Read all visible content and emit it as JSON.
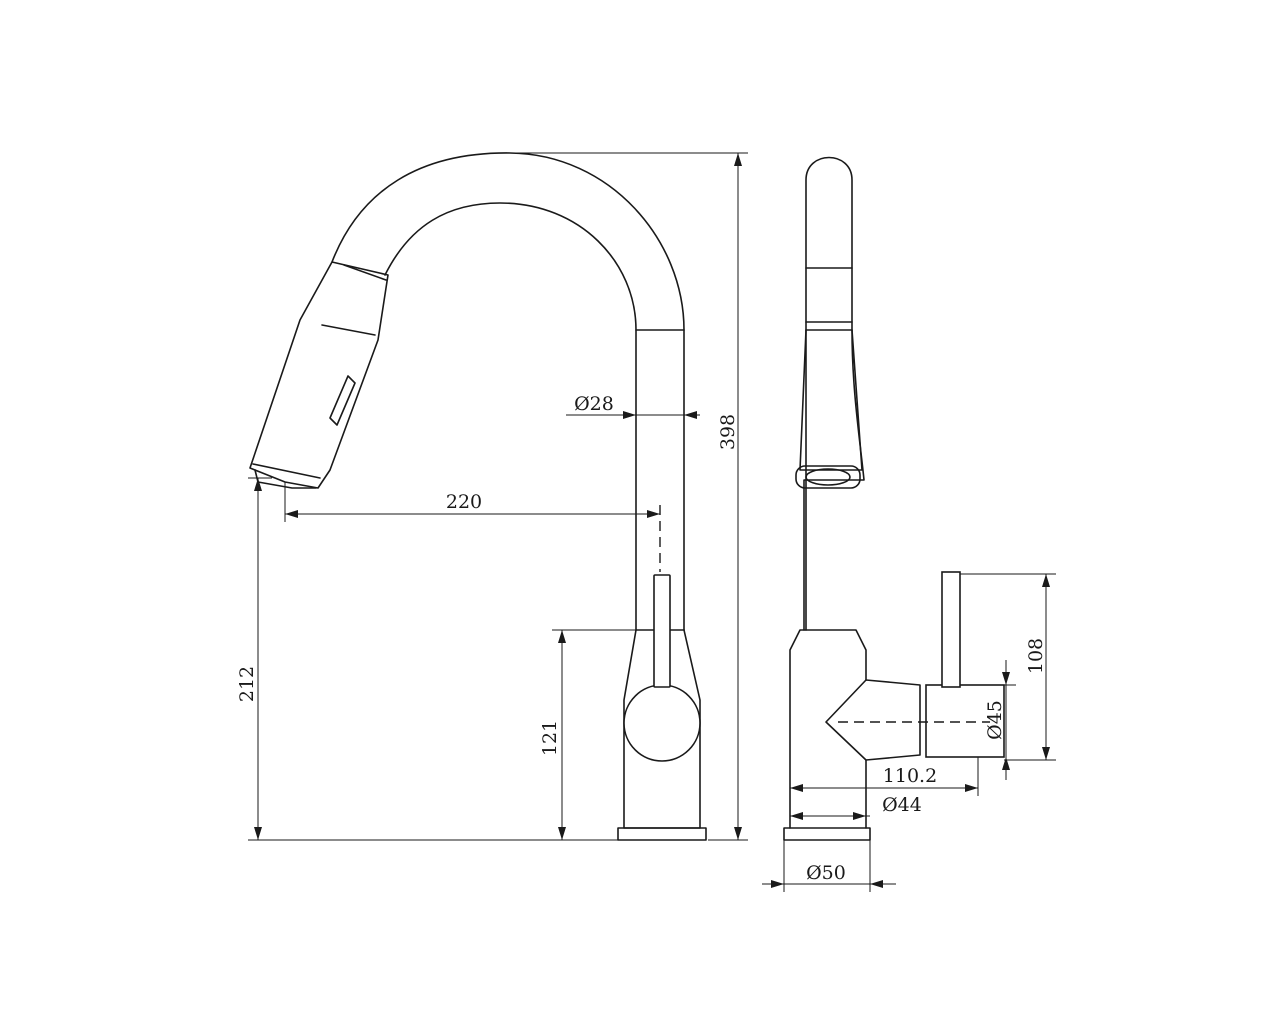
{
  "diagram": {
    "dimensions": {
      "height_total": "398",
      "spout_diameter": "Ø28",
      "reach": "220",
      "spout_height": "212",
      "body_height": "121",
      "handle_height": "108",
      "handle_diameter": "Ø45",
      "depth": "110.2",
      "body_diameter": "Ø44",
      "base_diameter": "Ø50"
    }
  }
}
